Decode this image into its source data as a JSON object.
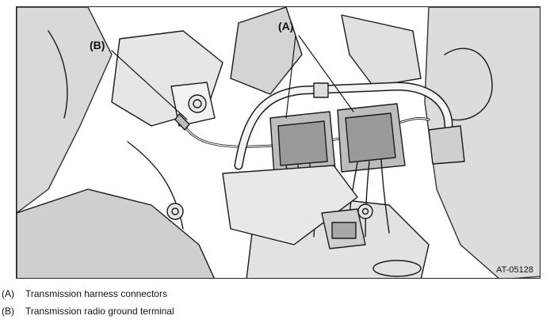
{
  "figure": {
    "code": "AT-05128",
    "callouts": {
      "a": "(A)",
      "b": "(B)"
    }
  },
  "legend": [
    {
      "key": "(A)",
      "text": "Transmission harness connectors"
    },
    {
      "key": "(B)",
      "text": "Transmission radio ground terminal"
    }
  ]
}
